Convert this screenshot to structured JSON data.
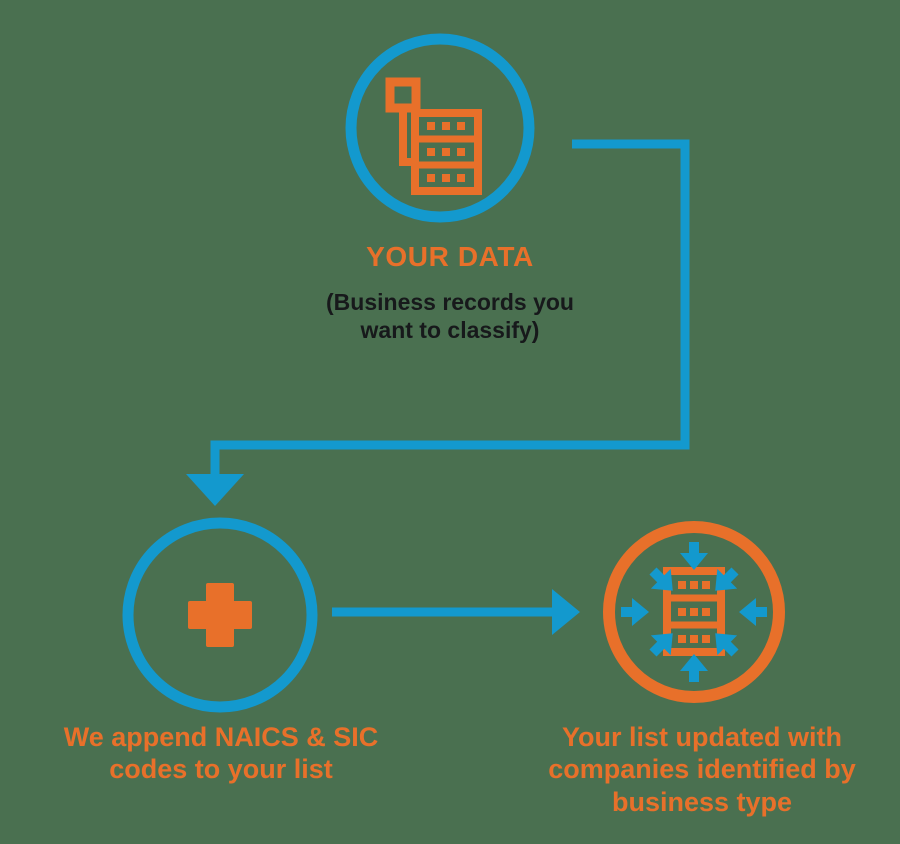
{
  "diagram": {
    "title": "Business data classification flow",
    "background_color": "#4a7050",
    "colors": {
      "blue": "#1399CE",
      "orange": "#E8702A",
      "black": "#17191b"
    },
    "nodes": {
      "your_data": {
        "label": "YOUR DATA",
        "sublabel": "(Business records you\nwant to classify)",
        "icon": "data-server-probe-icon",
        "circle_color": "#1399CE",
        "icon_color": "#E8702A"
      },
      "append_codes": {
        "label": "We append NAICS & SIC\ncodes to your list",
        "icon": "plus-icon",
        "circle_color": "#1399CE",
        "icon_color": "#E8702A"
      },
      "updated_list": {
        "label": "Your list updated with\ncompanies identified by\nbusiness type",
        "icon": "server-inbound-arrows-icon",
        "circle_color": "#E8702A",
        "icon_color": "#E8702A",
        "arrow_color": "#1399CE"
      }
    },
    "connectors": [
      {
        "name": "your-data-to-append",
        "from": "your_data",
        "to": "append_codes",
        "style": "elbow",
        "color": "#1399CE",
        "arrowhead": "down"
      },
      {
        "name": "append-to-updated",
        "from": "append_codes",
        "to": "updated_list",
        "style": "straight",
        "color": "#1399CE",
        "arrowhead": "right"
      }
    ]
  }
}
